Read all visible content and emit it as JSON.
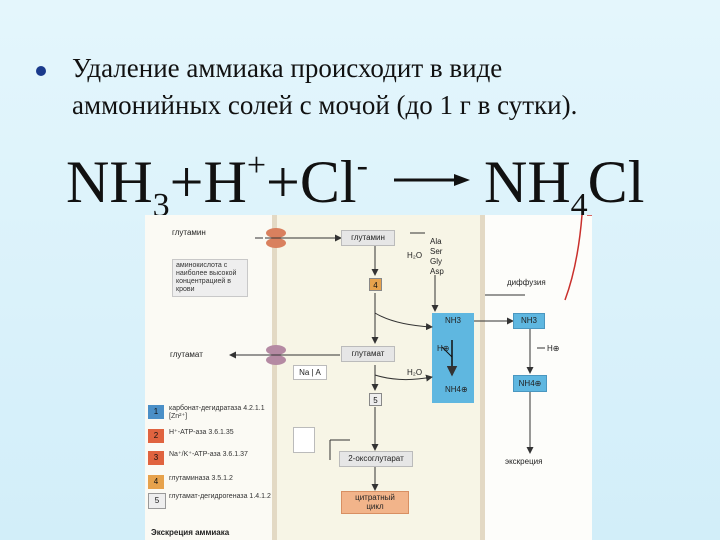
{
  "bullet": {
    "line1": "Удаление аммиака происходит в виде",
    "line2": "аммонийных солей с мочой (до 1 г в сутки)."
  },
  "equation": {
    "nh": "NH",
    "sub3": "3",
    "plus1": "+",
    "h": "H",
    "hsup": "+",
    "plus2": "+",
    "cl": "Cl",
    "clsup": "-",
    "nh4": "NH",
    "sub4": "4",
    "cl2": "Cl"
  },
  "diagram": {
    "glutamine_left": "глутамин",
    "glutamine_right": "глутамин",
    "amino_box": "аминокислота с наиболее высокой концентрацией в крови",
    "glutamate_left": "глутамат",
    "glutamate_right": "глутамат",
    "h2o_top": "H₂O",
    "h2o_mid": "H₂O",
    "aa_list": "Ala Ser Gly Asp",
    "diffusion": "диффузия",
    "nh3_cell": "NH3",
    "nh3_lumen": "NH3",
    "h_cell": "H⊕",
    "h_lumen": "H⊕",
    "nh4_cell": "NH4⊕",
    "nh4_lumen": "NH4⊕",
    "oxoglutarate": "2-оксоглутарат",
    "citric_cycle_1": "цитратный",
    "citric_cycle_2": "цикл",
    "excretion": "экскреция",
    "enzyme4": "4",
    "enzyme5": "5",
    "na_label": "Na",
    "a_label": "A",
    "caption": "Экскреция аммиака",
    "legend": [
      {
        "num": "1",
        "text": "карбонат-дегидратаза 4.2.1.1 [Zn²⁺]",
        "color": "#4a8fc7"
      },
      {
        "num": "2",
        "text": "H⁺-ATP-аза 3.6.1.35",
        "color": "#e0633f"
      },
      {
        "num": "3",
        "text": "Na⁺/K⁺-ATP-аза 3.6.1.37",
        "color": "#e0633f"
      },
      {
        "num": "4",
        "text": "глутаминаза 3.5.1.2",
        "color": "#e7a24c"
      },
      {
        "num": "5",
        "text": "глутамат-дегидрогеназа 1.4.1.2",
        "color": "#eeeeee"
      }
    ]
  }
}
